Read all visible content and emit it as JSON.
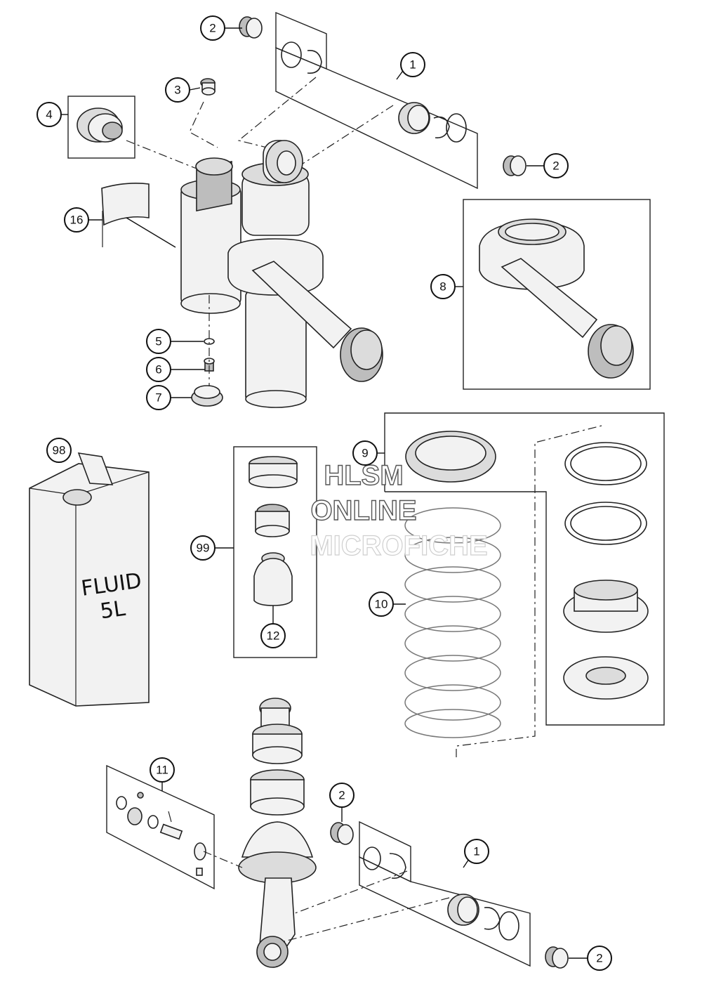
{
  "callouts": {
    "c1_top": "1",
    "c2_top_left": "2",
    "c2_top_right": "2",
    "c3": "3",
    "c4": "4",
    "c5": "5",
    "c6": "6",
    "c7": "7",
    "c8": "8",
    "c9": "9",
    "c10": "10",
    "c11": "11",
    "c12": "12",
    "c16": "16",
    "c98": "98",
    "c99": "99",
    "c2_bottom_left": "2",
    "c1_bottom": "1",
    "c2_bottom_right": "2"
  },
  "fluid_can": {
    "line1": "FLUID",
    "line2": "5L"
  },
  "watermark": {
    "line1": "HLSM",
    "line2": "ONLINE",
    "line3": "MICROFICHE"
  }
}
